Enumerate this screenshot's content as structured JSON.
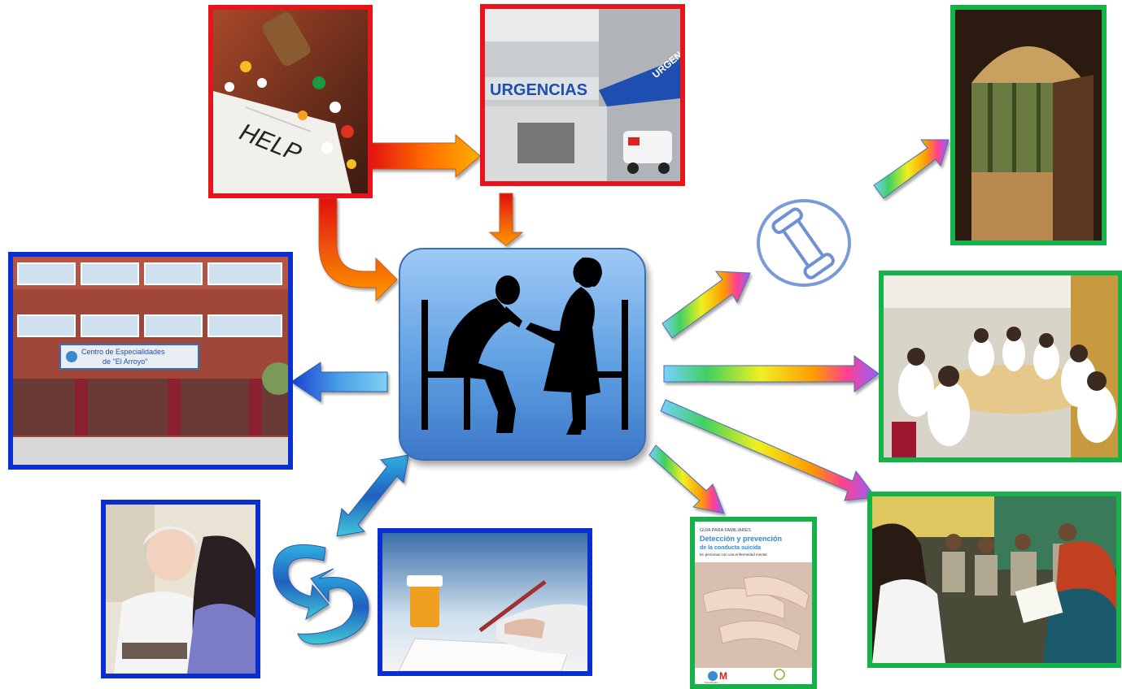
{
  "colors": {
    "crisis_border": "#e8141c",
    "care_border": "#0a2fd0",
    "support_border": "#15b24a",
    "center_fill": "#5f9fe2"
  },
  "photos": {
    "help": {
      "sign_text": "HELP"
    },
    "urgencias": {
      "sign_text": "URGENCIAS",
      "side_sign_text": "URGENC"
    },
    "health_center": {
      "sign_line1": "Centro de Especialidades",
      "sign_line2": "de \"El Arroyo\""
    },
    "guide": {
      "kicker": "GUÍA PARA FAMILIARES",
      "title_line1": "Detección y prevención",
      "title_line2": "de la conducta suicida",
      "subtitle": "En personas con una enfermedad mental",
      "logo_text": "M",
      "logo_sub": "SaludMadrid"
    }
  },
  "icons": [
    "consultation-silhouette-icon",
    "phone-icon",
    "cycle-arrows-icon"
  ]
}
